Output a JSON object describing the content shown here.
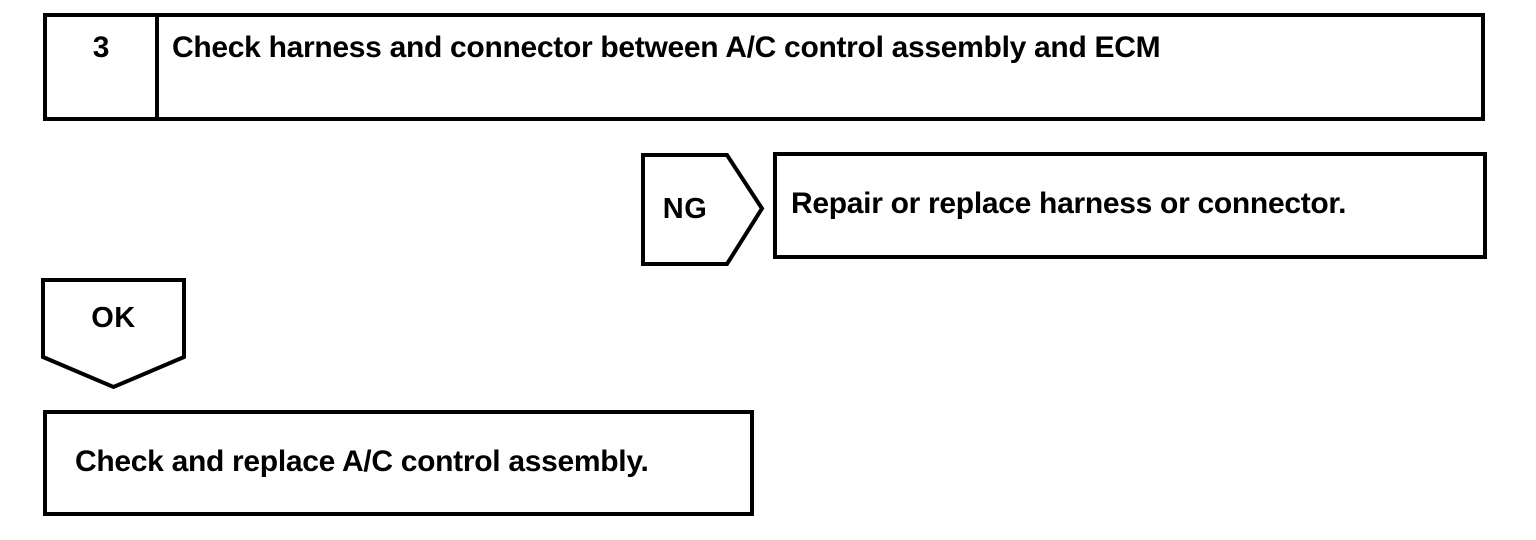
{
  "diagram": {
    "type": "diagnostic-flowchart",
    "step": {
      "number": "3",
      "instruction": "Check harness and connector between A/C control assembly and ECM"
    },
    "branches": {
      "ng": {
        "label": "NG",
        "result": "Repair or replace harness or connector."
      },
      "ok": {
        "label": "OK",
        "result": "Check and replace A/C control assembly."
      }
    }
  },
  "colors": {
    "line": "#000000",
    "text": "#000000",
    "background": "#ffffff"
  }
}
